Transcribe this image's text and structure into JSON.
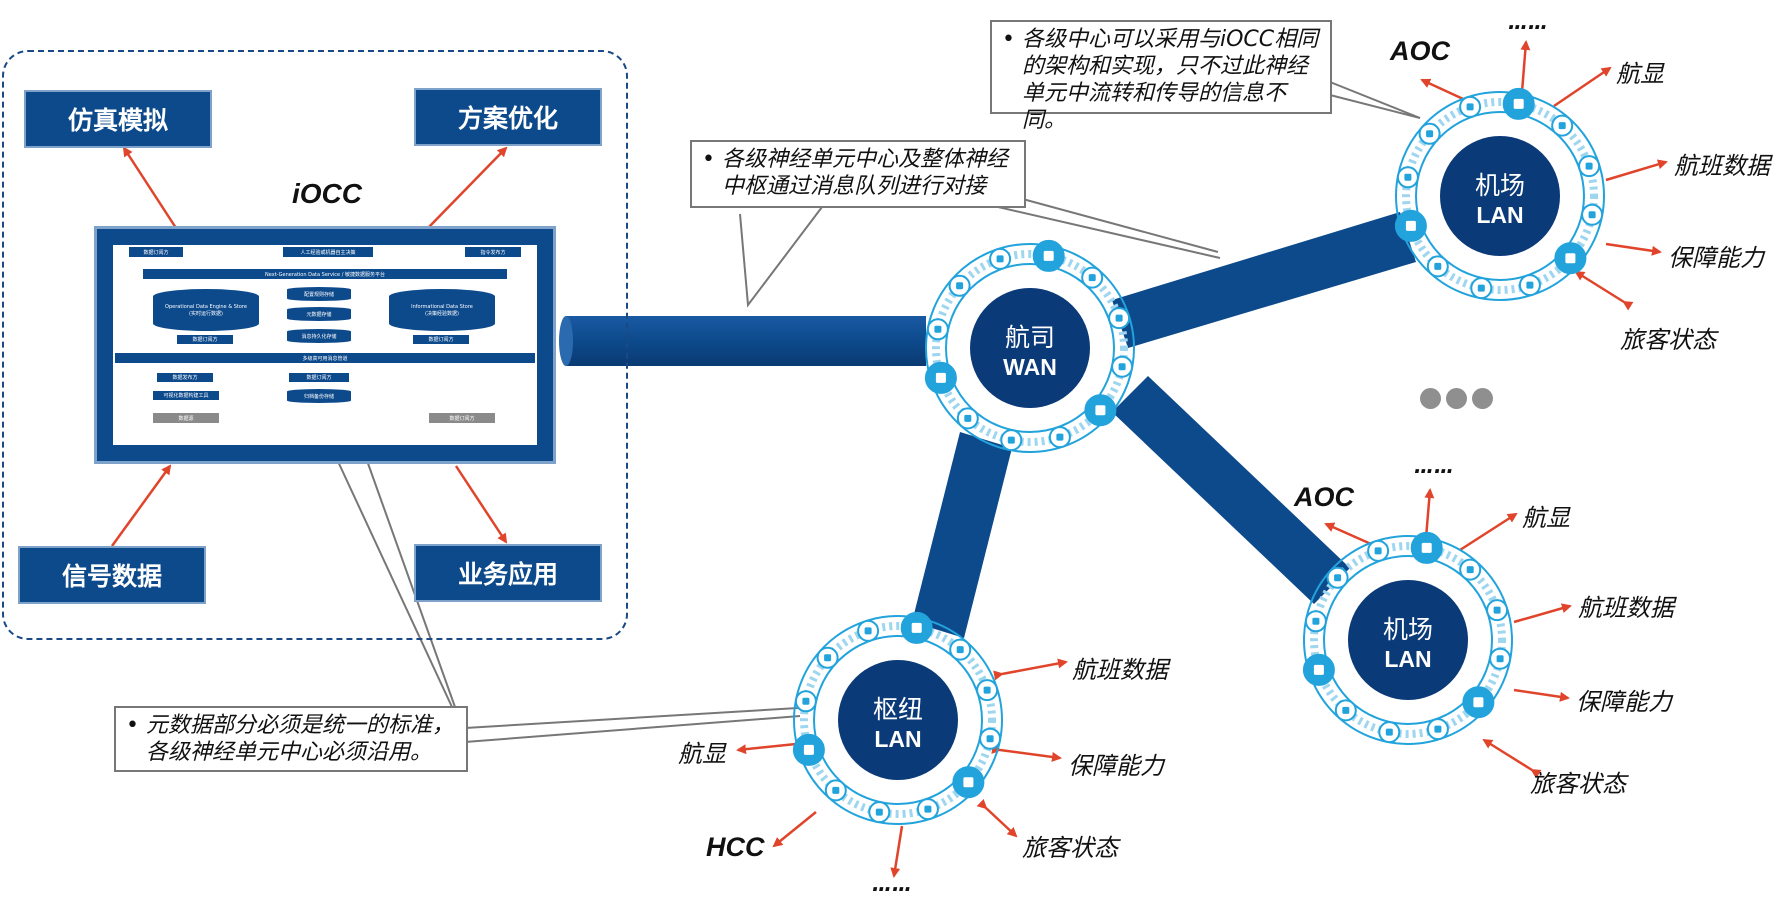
{
  "iocc": {
    "title": "iOCC",
    "boxes": {
      "simulation": "仿真模拟",
      "optimization": "方案优化",
      "signal": "信号数据",
      "business": "业务应用"
    },
    "mini": {
      "subscriber_top_left": "数据订阅方",
      "decision": "人工经验或机器自主决策",
      "publisher_top_right": "指令发布方",
      "platform": "Next-Generation Data Service / 敏捷数据服务平台",
      "ode": "Operational Data Engine & Store",
      "ode_sub": "(实时运行数据)",
      "ids": "Informational Data Store",
      "ids_sub": "(决策经验数据)",
      "config": "配置规则存储",
      "meta": "元数据存储",
      "persist": "消息持久化存储",
      "sub_left": "数据订阅方",
      "sub_right": "数据订阅方",
      "queue": "多级高可用消息管道",
      "pub": "数据发布方",
      "visual": "可视化数据构建工具",
      "sub_mid": "数据订阅方",
      "archive": "归档备份存储",
      "source": "数据源",
      "sub_bottom": "数据订阅方"
    }
  },
  "callouts": {
    "top_right": "各级中心可以采用与iOCC相同的架构和实现，只不过此神经单元中流转和传导的信息不同。",
    "middle": "各级神经单元中心及整体神经中枢通过消息队列进行对接",
    "bottom_left": "元数据部分必须是统一的标准，各级神经单元中心必须沿用。"
  },
  "nodes": {
    "wan": {
      "l1": "航司",
      "l2": "WAN"
    },
    "lan_top": {
      "l1": "机场",
      "l2": "LAN"
    },
    "lan_right": {
      "l1": "机场",
      "l2": "LAN"
    },
    "hub": {
      "l1": "枢纽",
      "l2": "LAN"
    }
  },
  "labels": {
    "top": {
      "aoc": "AOC",
      "dots": "……",
      "hangxian": "航显",
      "flight": "航班数据",
      "support": "保障能力",
      "passenger": "旅客状态"
    },
    "right": {
      "aoc": "AOC",
      "dots": "……",
      "hangxian": "航显",
      "flight": "航班数据",
      "support": "保障能力",
      "passenger": "旅客状态"
    },
    "hub": {
      "hangxian": "航显",
      "hcc": "HCC",
      "dots": "……",
      "flight": "航班数据",
      "support": "保障能力",
      "passenger": "旅客状态"
    }
  },
  "colors": {
    "navy": "#0d4a8c",
    "ring": "#22a3dc",
    "arrow": "#e0452b",
    "node": "#0b3a78"
  },
  "icons": [
    "globe-icon",
    "server-icon",
    "monitor-icon",
    "user-icon",
    "lock-icon",
    "tower-icon",
    "network-icon",
    "printer-icon",
    "satellite-icon",
    "display-icon",
    "router-icon",
    "cloud-icon",
    "gear-icon"
  ]
}
